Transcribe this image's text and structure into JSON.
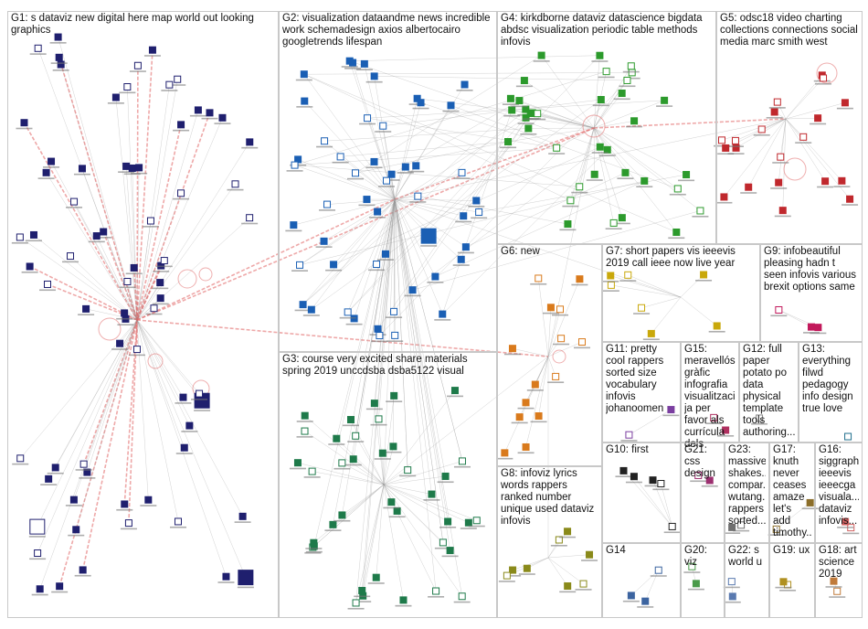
{
  "graph_title": "",
  "groups": [
    {
      "id": "G1",
      "label": "G1: s dataviz new digital here map world out looking graphics"
    },
    {
      "id": "G2",
      "label": "G2: visualization dataandme news incredible work schemadesign axios albertocairo googletrends lifespan"
    },
    {
      "id": "G3",
      "label": "G3: course very excited share materials spring 2019 unccdsba dsba5122 visual"
    },
    {
      "id": "G4",
      "label": "G4: kirkdborne dataviz datascience bigdata abdsc visualization periodic table methods infovis"
    },
    {
      "id": "G5",
      "label": "G5: odsc18 video charting collections connections social media marc smith west"
    },
    {
      "id": "G6",
      "label": "G6: new"
    },
    {
      "id": "G7",
      "label": "G7: short papers vis ieeevis 2019 call ieee now live year"
    },
    {
      "id": "G8",
      "label": "G8: infoviz lyrics words rappers ranked number unique used dataviz infovis"
    },
    {
      "id": "G9",
      "label": "G9: infobeautiful pleasing hadn t seen infovis various brexit options same"
    },
    {
      "id": "G10",
      "label": "G10: first"
    },
    {
      "id": "G11",
      "label": "G11: pretty cool rappers sorted size vocabulary infovis johanoomen"
    },
    {
      "id": "G12",
      "label": "G12: full paper potato po data physical template tools authoring..."
    },
    {
      "id": "G13",
      "label": "G13: everything filwd pedagogy info design true love"
    },
    {
      "id": "G14",
      "label": "G14"
    },
    {
      "id": "G15",
      "label": "G15: meravellós gràfic infografia visualitzaci... ja per favor als currícula dels"
    },
    {
      "id": "G16",
      "label": "G16: siggraph ieeevis ieeecga visuala... dataviz infovis..."
    },
    {
      "id": "G17",
      "label": "G17: knuth never ceases amaze let's add timothy..."
    },
    {
      "id": "G18",
      "label": "G18: art science 2019"
    },
    {
      "id": "G19",
      "label": "G19: ux"
    },
    {
      "id": "G20",
      "label": "G20: viz"
    },
    {
      "id": "G21",
      "label": "G21: css design"
    },
    {
      "id": "G22",
      "label": "G22: s world u"
    },
    {
      "id": "G23",
      "label": "G23: massive shakes... compar... wutang... rappers sorted..."
    }
  ],
  "colors": {
    "G1": "#1f1f6e",
    "G2": "#1a5fb4",
    "G3": "#1e7a4a",
    "G4": "#2c9a2c",
    "G5": "#c0282d",
    "G6": "#d97a1c",
    "G7": "#c9a80a",
    "G8": "#8a8a1a",
    "G9": "#c2185b",
    "G10": "#222222",
    "G11": "#7b3fa0",
    "G12": "#888888",
    "G13": "#1f6e8c",
    "G14": "#3c64a0",
    "G15": "#b03060",
    "G16": "#d06060",
    "G17": "#8c6e2a",
    "G18": "#c07a3a",
    "G19": "#b09020",
    "G20": "#4a9a4a",
    "G21": "#9c3070",
    "G22": "#5a7ab0",
    "G23": "#707070",
    "edge": "#9a9a9a",
    "edge_strong": "#e06060"
  }
}
